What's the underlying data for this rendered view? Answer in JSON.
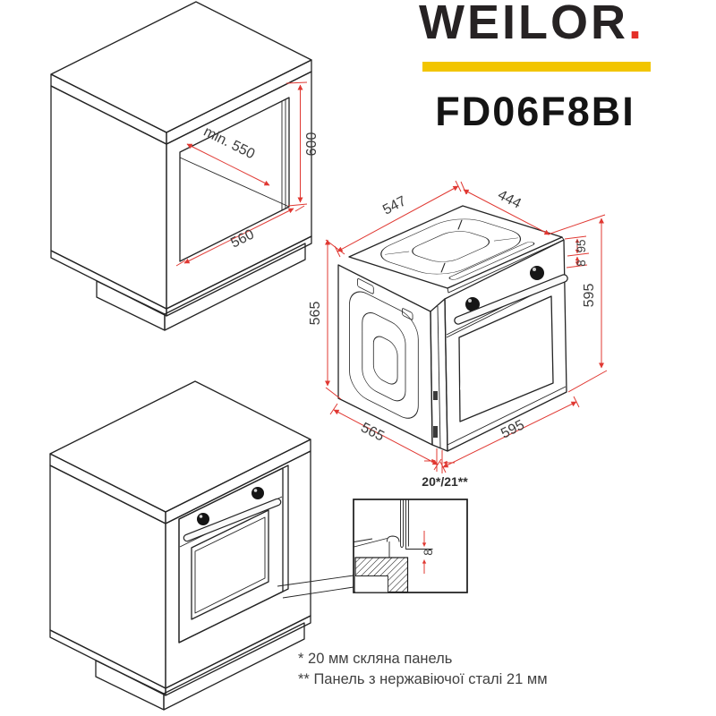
{
  "brand": {
    "name": "WEILOR",
    "dot": ".",
    "model": "FD06F8BI",
    "accent_yellow": "#F2C500",
    "accent_red": "#E42F28"
  },
  "diagrams": {
    "cabinet_cutout": {
      "depth_min": "min. 550",
      "height": "600",
      "width": "560"
    },
    "oven": {
      "top_depth": "547",
      "cavity_width": "444",
      "control_height": "95",
      "door_offset": "8",
      "height": "595",
      "front_width": "595",
      "depth": "565",
      "body_height": "565",
      "front_thickness": "20*/21**"
    },
    "install_detail": {
      "overlap": "8"
    }
  },
  "footnotes": {
    "items": [
      {
        "marker": "*",
        "text": "20 мм скляна панель"
      },
      {
        "marker": "**",
        "text": "Панель з нержавіючої сталі 21 мм"
      }
    ]
  },
  "colors": {
    "dimension_line": "#E03832",
    "outline": "#242424",
    "cabinet_gray": "#c7c8ca",
    "oven_door_gray": "#d2d3d5",
    "installed_door_mauve": "#c3b4b5"
  }
}
